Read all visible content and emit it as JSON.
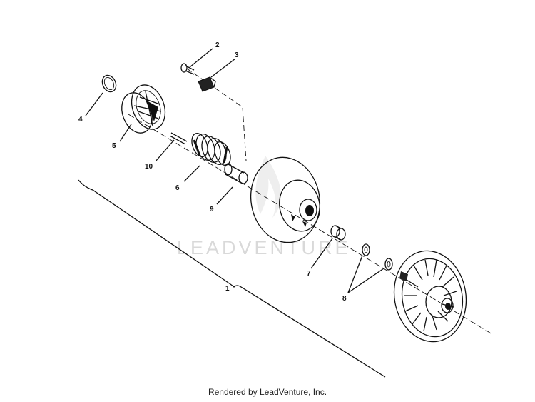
{
  "watermark": "LEADVENTURE",
  "footer": "Rendered by LeadVenture, Inc.",
  "callouts": {
    "c1": "1",
    "c2": "2",
    "c3": "3",
    "c4": "4",
    "c5": "5",
    "c6": "6",
    "c7": "7",
    "c8": "8",
    "c9": "9",
    "c10": "10"
  }
}
